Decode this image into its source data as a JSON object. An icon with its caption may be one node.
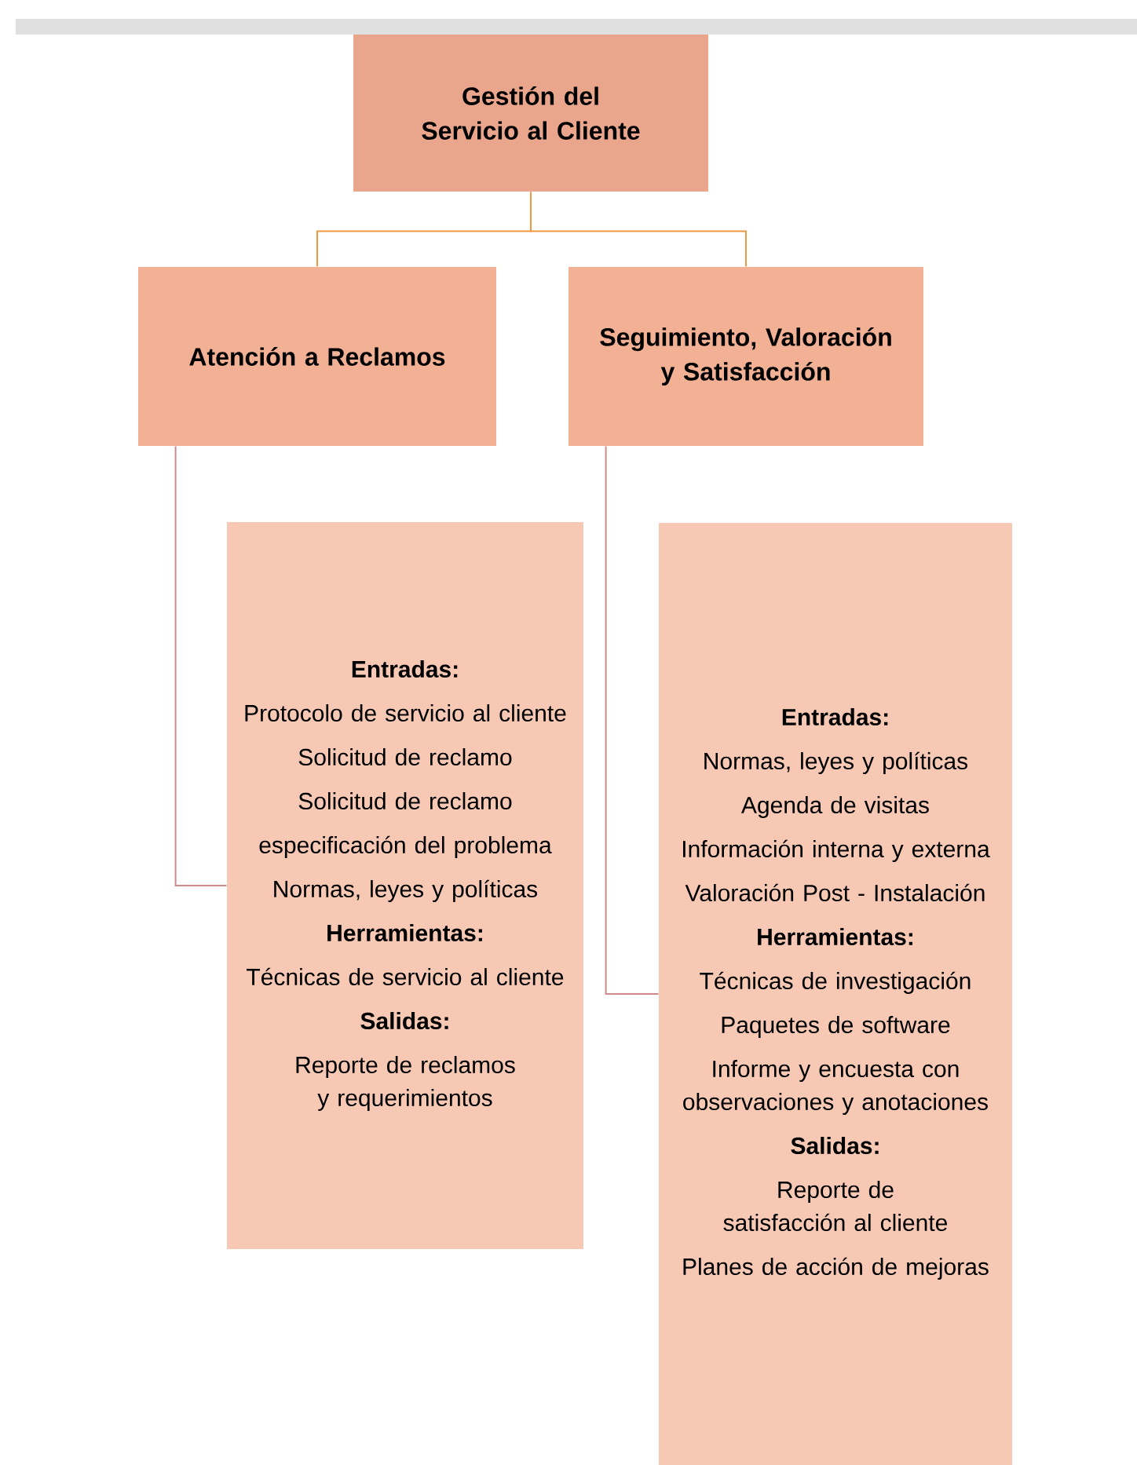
{
  "diagram": {
    "nodes": [
      {
        "text": [
          "Gestión del Servicio al Cliente"
        ]
      },
      {
        "text": [
          "Atención a Reclamos"
        ]
      },
      {
        "text": [
          "Seguimiento, Valoración y Satisfacción"
        ]
      },
      {
        "text": [
          "Entradas:",
          "Protocolo de servicio al cliente",
          "Solicitud de reclamo",
          "Solicitud de reclamo",
          "especificación del problema",
          "Normas, leyes y políticas",
          "Herramientas:",
          "Técnicas de servicio al cliente",
          "Salidas:",
          "Reporte de reclamos y requerimientos"
        ]
      },
      {
        "text": [
          "Entradas:",
          "Normas, leyes y políticas",
          "Agenda de visitas",
          "Información interna y externa",
          "Valoración Post - Instalación",
          "Herramientas:",
          "Técnicas de investigación",
          "Paquetes de software",
          "Informe y encuesta con observaciones y anotaciones",
          "Salidas:",
          "Reporte de satisfacción al cliente",
          "Planes de acción de mejoras"
        ]
      }
    ],
    "edges": [
      {
        "from": 0,
        "to": 1,
        "arrow": "none"
      },
      {
        "from": 0,
        "to": 2,
        "arrow": "none"
      },
      {
        "from": 1,
        "to": 3,
        "arrow": "none",
        "color": "#d08a8a"
      },
      {
        "from": 2,
        "to": 4,
        "arrow": "none",
        "color": "#d08a8a"
      }
    ]
  }
}
